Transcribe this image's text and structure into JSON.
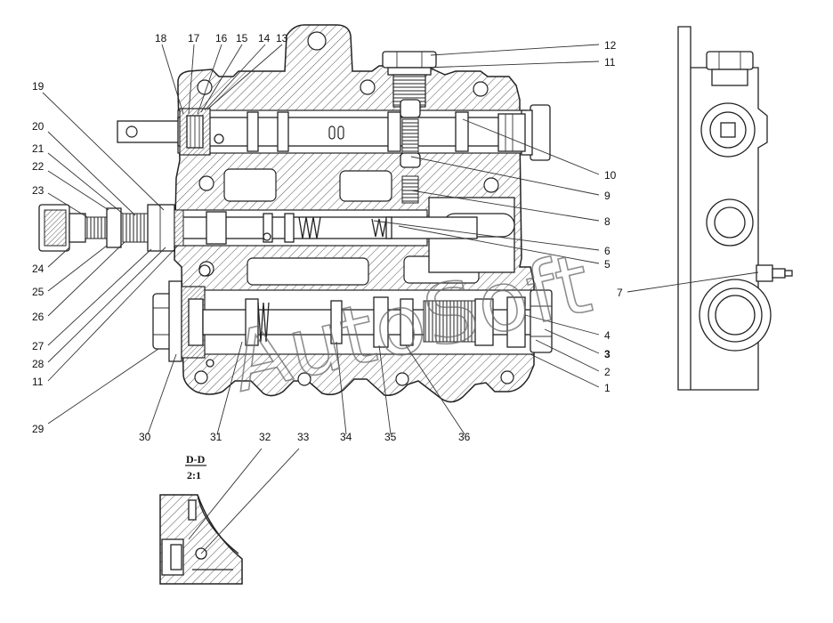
{
  "watermark": "AutoSoft",
  "section": {
    "name": "D-D",
    "scale": "2:1"
  },
  "callouts": [
    {
      "id": "c1",
      "label": "1"
    },
    {
      "id": "c2",
      "label": "2"
    },
    {
      "id": "c3",
      "label": "3"
    },
    {
      "id": "c4",
      "label": "4"
    },
    {
      "id": "c5",
      "label": "5"
    },
    {
      "id": "c6",
      "label": "6"
    },
    {
      "id": "c7",
      "label": "7"
    },
    {
      "id": "c8",
      "label": "8"
    },
    {
      "id": "c9",
      "label": "9"
    },
    {
      "id": "c10",
      "label": "10"
    },
    {
      "id": "c11a",
      "label": "11"
    },
    {
      "id": "c11b",
      "label": "11"
    },
    {
      "id": "c12",
      "label": "12"
    },
    {
      "id": "c13",
      "label": "13"
    },
    {
      "id": "c14",
      "label": "14"
    },
    {
      "id": "c15",
      "label": "15"
    },
    {
      "id": "c16",
      "label": "16"
    },
    {
      "id": "c17",
      "label": "17"
    },
    {
      "id": "c18",
      "label": "18"
    },
    {
      "id": "c19",
      "label": "19"
    },
    {
      "id": "c20",
      "label": "20"
    },
    {
      "id": "c21",
      "label": "21"
    },
    {
      "id": "c22",
      "label": "22"
    },
    {
      "id": "c23",
      "label": "23"
    },
    {
      "id": "c24",
      "label": "24"
    },
    {
      "id": "c25",
      "label": "25"
    },
    {
      "id": "c26",
      "label": "26"
    },
    {
      "id": "c27",
      "label": "27"
    },
    {
      "id": "c28",
      "label": "28"
    },
    {
      "id": "c29",
      "label": "29"
    },
    {
      "id": "c30",
      "label": "30"
    },
    {
      "id": "c31",
      "label": "31"
    },
    {
      "id": "c32",
      "label": "32"
    },
    {
      "id": "c33",
      "label": "33"
    },
    {
      "id": "c34",
      "label": "34"
    },
    {
      "id": "c35",
      "label": "35"
    },
    {
      "id": "c36",
      "label": "36"
    }
  ]
}
